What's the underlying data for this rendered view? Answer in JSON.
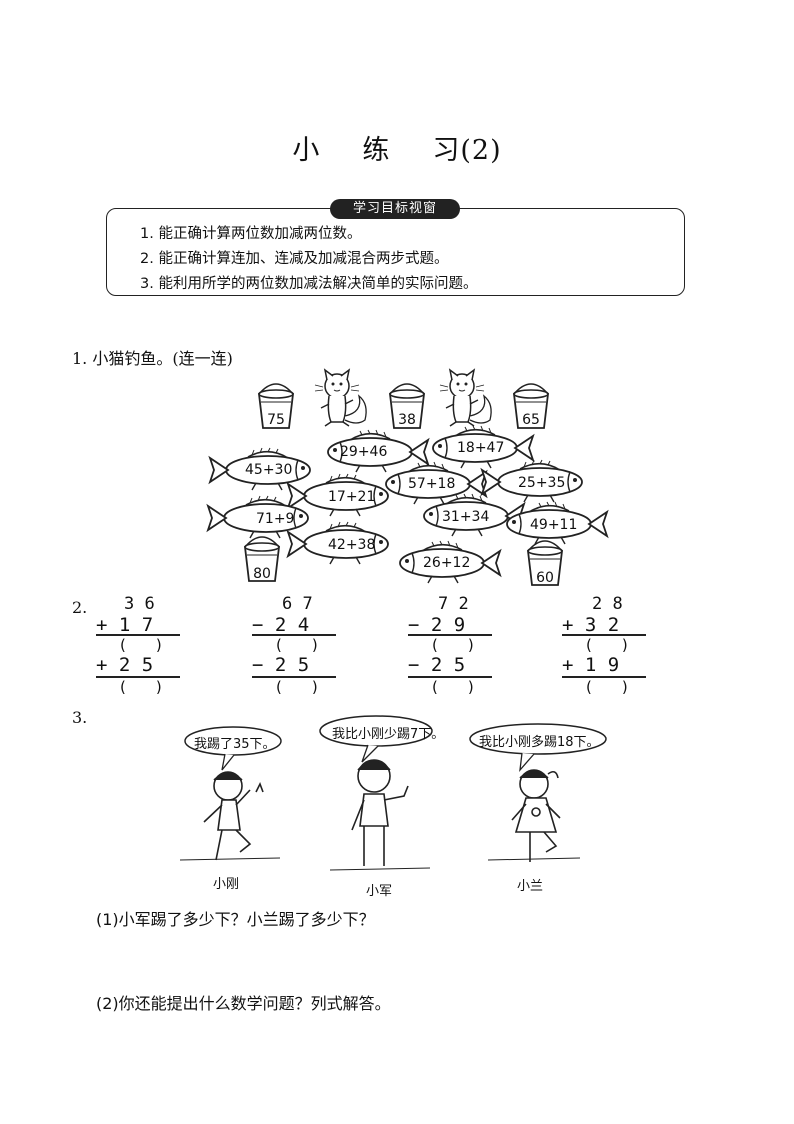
{
  "title": {
    "part1": "小",
    "part2": "练",
    "part3": "习(2)"
  },
  "goals": {
    "tag": "学习目标视窗",
    "items": [
      "1. 能正确计算两位数加减两位数。",
      "2. 能正确计算连加、连减及加减混合两步式题。",
      "3. 能利用所学的两位数加减法解决简单的实际问题。"
    ]
  },
  "q1": {
    "label": "1. 小猫钓鱼。(连一连)",
    "buckets": [
      "75",
      "38",
      "65",
      "80",
      "60"
    ],
    "fish": [
      "29+46",
      "18+47",
      "45+30",
      "17+21",
      "57+18",
      "25+35",
      "71+9",
      "31+34",
      "49+11",
      "42+38",
      "26+12"
    ]
  },
  "q2": {
    "label": "2.",
    "problems": [
      {
        "top": "3 6",
        "op1": "+ 1 7",
        "op2": "+ 2 5"
      },
      {
        "top": "6 7",
        "op1": "− 2 4",
        "op2": "− 2 5"
      },
      {
        "top": "7 2",
        "op1": "− 2 9",
        "op2": "− 2 5"
      },
      {
        "top": "2 8",
        "op1": "+ 3 2",
        "op2": "+ 1 9"
      }
    ],
    "blank": "(　　)"
  },
  "q3": {
    "label": "3.",
    "bubbles": [
      "我踢了35下。",
      "我比小刚少踢7下。",
      "我比小刚多踢18下。"
    ],
    "names": [
      "小刚",
      "小军",
      "小兰"
    ],
    "sub1": "(1)小军踢了多少下？小兰踢了多少下？",
    "sub2": "(2)你还能提出什么数学问题？列式解答。"
  }
}
